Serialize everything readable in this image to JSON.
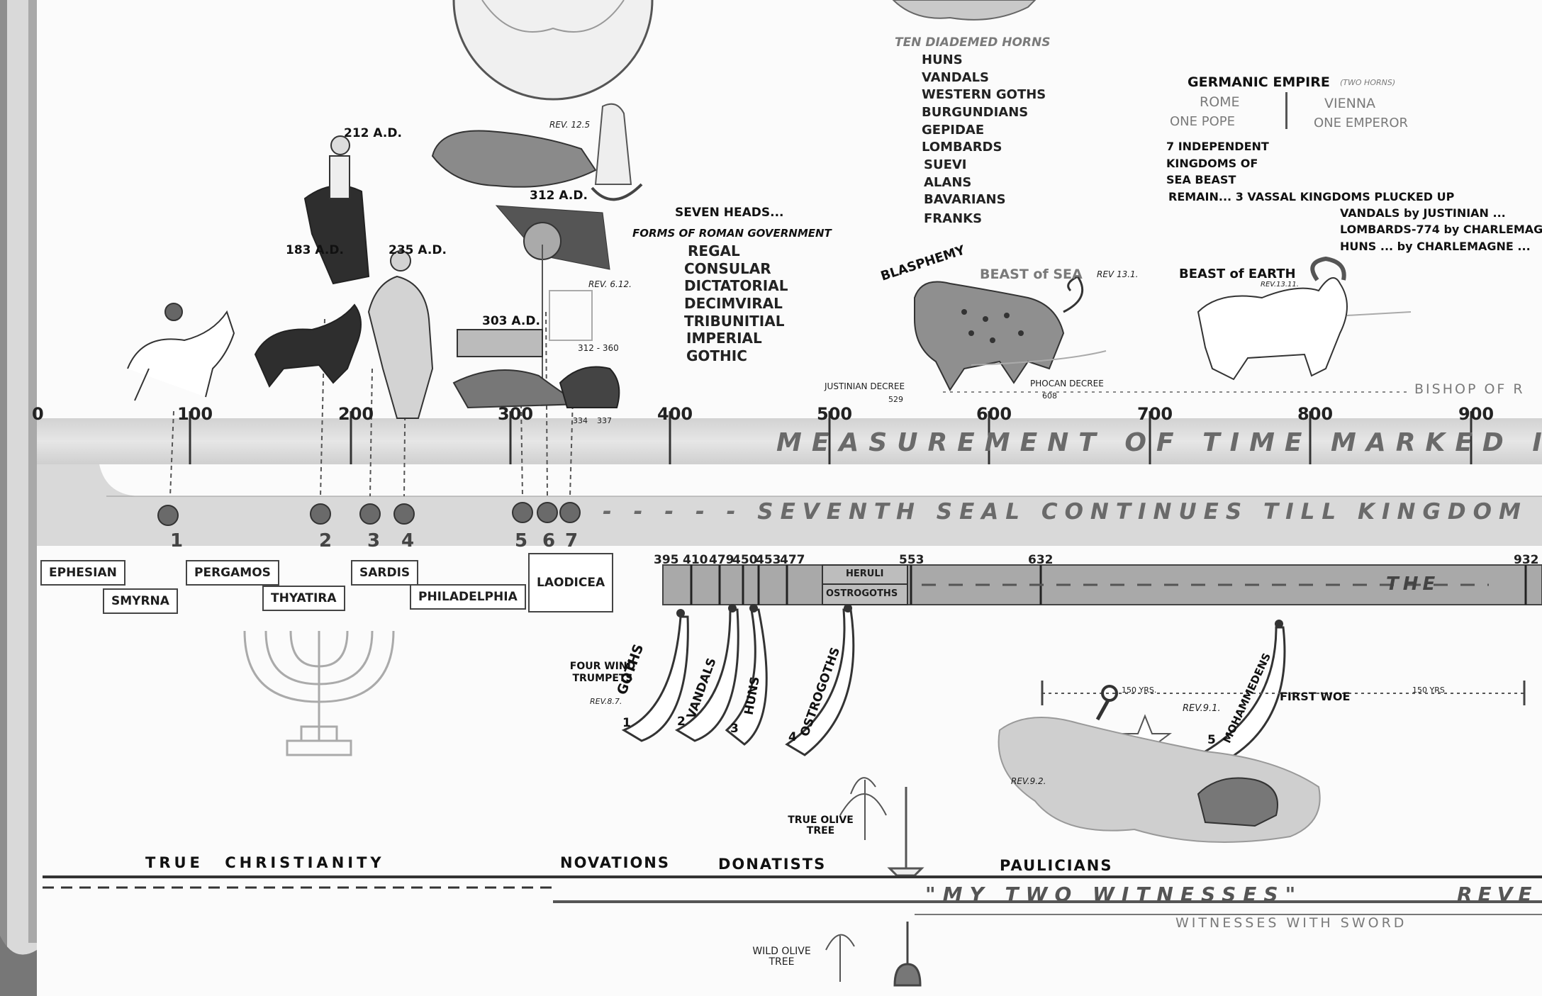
{
  "timeline": {
    "ticks": [
      "0",
      "100",
      "200",
      "300",
      "400",
      "500",
      "600",
      "700",
      "800",
      "900"
    ],
    "band_title": "MEASUREMENT OF TIME MARKED IN",
    "seal_band_text": "- - - - -  SEVENTH SEAL CONTINUES TILL KINGDOM OF",
    "seal_numbers": [
      "1",
      "2",
      "3",
      "4",
      "5",
      "6",
      "7"
    ],
    "lower_band_years": [
      "395",
      "410",
      "479",
      "450",
      "453",
      "477",
      "553",
      "632",
      "932"
    ],
    "lower_band_labels": [
      "HERULI",
      "OSTROGOTHS"
    ],
    "lower_band_text": "THE"
  },
  "seals": {
    "dates": [
      "212 A.D.",
      "183 A.D.",
      "235 A.D.",
      "312 A.D.",
      "303 A.D."
    ],
    "refs": [
      "REV. 12.5",
      "REV. 6.12.",
      "312 - 360"
    ],
    "small_years": [
      "334",
      "337"
    ]
  },
  "churches": [
    "EPHESIAN",
    "SMYRNA",
    "PERGAMOS",
    "THYATIRA",
    "SARDIS",
    "PHILADELPHIA",
    "LAODICEA"
  ],
  "seven_heads": {
    "title": "SEVEN HEADS...",
    "subtitle": "FORMS OF ROMAN GOVERNMENT",
    "items": [
      "REGAL",
      "CONSULAR",
      "DICTATORIAL",
      "DECIMVIRAL",
      "TRIBUNITIAL",
      "IMPERIAL",
      "GOTHIC"
    ]
  },
  "horns": {
    "title": "TEN DIADEMED HORNS",
    "items": [
      "HUNS",
      "VANDALS",
      "WESTERN GOTHS",
      "BURGUNDIANS",
      "GEPIDAE",
      "LOMBARDS",
      "SUEVI",
      "ALANS",
      "BAVARIANS",
      "FRANKS"
    ]
  },
  "germanic": {
    "title": "GERMANIC EMPIRE",
    "title_note": "(TWO HORNS)",
    "left_city": "ROME",
    "left_sub": "ONE POPE",
    "right_city": "VIENNA",
    "right_sub": "ONE EMPEROR",
    "independent": [
      "7 INDEPENDENT",
      "KINGDOMS OF",
      "SEA BEAST",
      "REMAIN... 3 VASSAL KINGDOMS PLUCKED UP"
    ],
    "plucked": [
      "VANDALS by JUSTINIAN ...",
      "LOMBARDS-774 by CHARLEMAG",
      "HUNS ... by CHARLEMAGNE ..."
    ]
  },
  "beasts": {
    "blasphemy": "BLASPHEMY",
    "sea": "BEAST of SEA",
    "sea_ref": "REV 13.1.",
    "earth": "BEAST of EARTH",
    "earth_ref": "REV.13.11.",
    "justinian": "JUSTINIAN DECREE",
    "justinian_year": "529",
    "phocan": "PHOCAN DECREE",
    "phocan_year": "608",
    "bishop": "BISHOP OF R"
  },
  "trumpets": {
    "label": "FOUR WIND TRUMPETS",
    "ref": "REV.8.7.",
    "items": [
      {
        "num": "1",
        "name": "GOTHS"
      },
      {
        "num": "2",
        "name": "VANDALS"
      },
      {
        "num": "3",
        "name": "HUNS"
      },
      {
        "num": "4",
        "name": "OSTROGOTHS"
      }
    ],
    "fifth": {
      "num": "5",
      "name": "MOHAMMEDENS"
    },
    "first_woe": "FIRST WOE",
    "span_left": "150 YRS.",
    "span_right": "150 YRS",
    "rev91": "REV.9.1.",
    "rev92": "REV.9.2."
  },
  "bottom": {
    "true_christianity": "TRUE CHRISTIANITY",
    "novations": "NOVATIONS",
    "donatists": "DONATISTS",
    "paulicians": "PAULICIANS",
    "true_olive": "TRUE OLIVE TREE",
    "wild_olive": "WILD OLIVE TREE",
    "two_witnesses": "\"MY TWO WITNESSES\"",
    "reve": "REVE",
    "witnesses_sword": "WITNESSES WITH SWORD"
  }
}
